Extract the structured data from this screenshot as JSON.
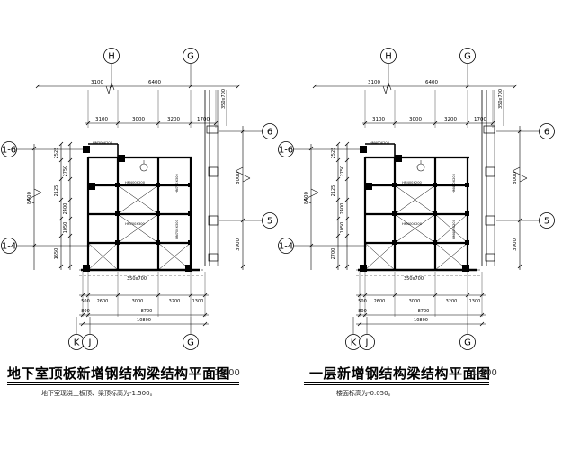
{
  "plans": [
    {
      "title": "地下室顶板新增钢结构梁结构平面图",
      "scale": "1:100",
      "note": "地下室现浇土板顶、梁顶标高为-1.500。",
      "grid_top": [
        "H",
        "G"
      ],
      "grid_bottom": [
        "K",
        "J",
        "G"
      ],
      "grid_left": [
        "1-6",
        "1-4"
      ],
      "grid_right": [
        "6",
        "5"
      ],
      "dims_top_1": [
        "3100",
        "6400"
      ],
      "dims_top_2": [
        "3100",
        "3000",
        "3200",
        "1700"
      ],
      "dims_bottom_1": [
        "500",
        "2600",
        "3000",
        "3200",
        "1300"
      ],
      "dims_bottom_2": [
        "800",
        "8700"
      ],
      "dims_bottom_3": [
        "10800"
      ],
      "dims_left_outer": [
        "8400"
      ],
      "dims_left_inner": [
        "2525",
        "2750",
        "2125",
        "2400",
        "1050",
        "1650"
      ],
      "dims_right_outer": [
        "8000",
        "3900"
      ],
      "dims_right_inner": [
        "350x700"
      ],
      "beam_labels": [
        "350x700",
        "HM300X200",
        "HM400X200",
        "HN700X300",
        "HN700X300",
        "HN700X300"
      ]
    },
    {
      "title": "一层新增钢结构梁结构平面图",
      "scale": "1:100",
      "note": "楼面标高为-0.050。",
      "grid_top": [
        "H",
        "G"
      ],
      "grid_bottom": [
        "K",
        "J",
        "G"
      ],
      "grid_left": [
        "1-6",
        "1-4"
      ],
      "grid_right": [
        "6",
        "5"
      ],
      "dims_top_1": [
        "3100",
        "6400"
      ],
      "dims_top_2": [
        "3100",
        "3000",
        "3200",
        "1700"
      ],
      "dims_bottom_1": [
        "500",
        "2600",
        "3000",
        "3200",
        "1300"
      ],
      "dims_bottom_2": [
        "800",
        "8700"
      ],
      "dims_bottom_3": [
        "10800"
      ],
      "dims_left_outer": [
        "8400"
      ],
      "dims_left_inner": [
        "2525",
        "2750",
        "2125",
        "2400",
        "1050",
        "2700"
      ],
      "dims_right_outer": [
        "8000",
        "3900"
      ],
      "dims_right_inner": [
        "350x700"
      ],
      "beam_labels": [
        "350x700",
        "HM400X200",
        "HN400X200",
        "HM400X200",
        "HM400X200",
        "HM400X200"
      ]
    }
  ]
}
